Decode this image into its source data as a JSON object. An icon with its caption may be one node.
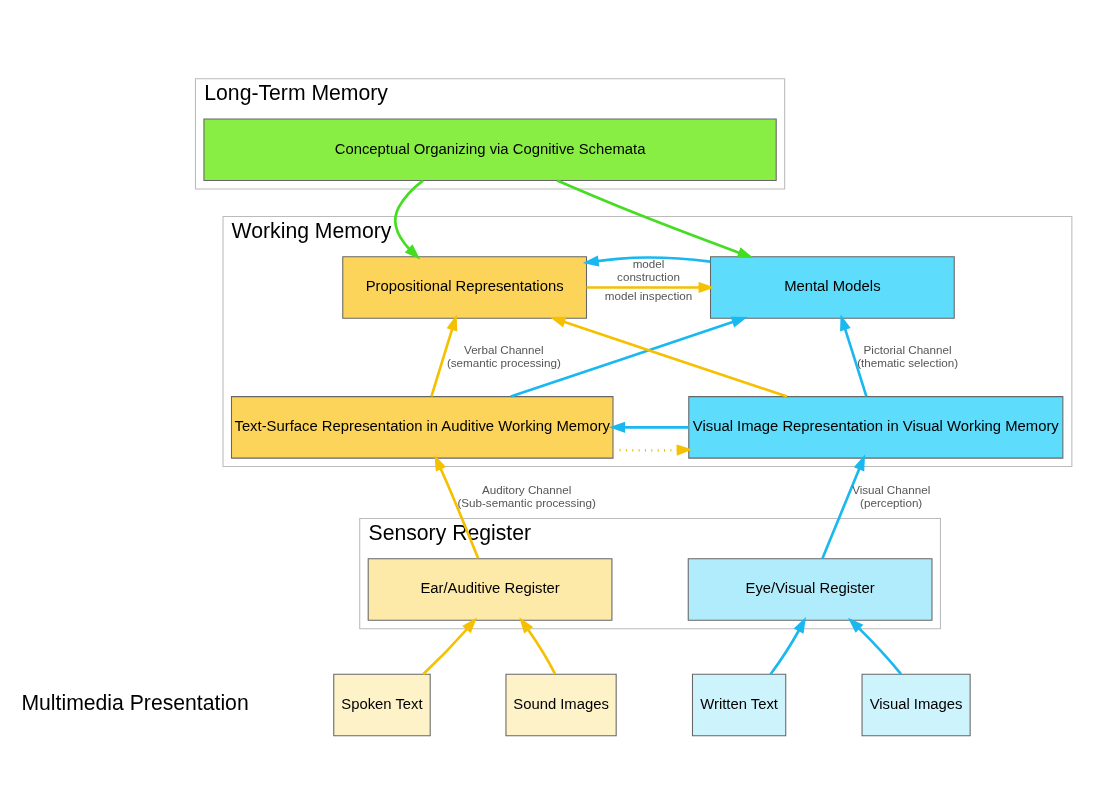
{
  "diagram": {
    "nodes": [
      {
        "text": [
          "Long-Term Memory"
        ]
      },
      {
        "text": [
          "Conceptual Organizing via Cognitive Schemata"
        ],
        "in": 0
      },
      {
        "text": [
          "Working Memory"
        ]
      },
      {
        "text": [
          "Propositional Representations"
        ],
        "in": 2
      },
      {
        "text": [
          "Mental Models"
        ],
        "in": 2
      },
      {
        "text": [
          "Text-Surface Representation in Auditive Working Memory"
        ],
        "in": 2
      },
      {
        "text": [
          "Visual Image Representation in Visual Working Memory"
        ],
        "in": 2
      },
      {
        "text": [
          "Sensory Register"
        ]
      },
      {
        "text": [
          "Ear/Auditive Register"
        ],
        "in": 7
      },
      {
        "text": [
          "Eye/Visual Register"
        ],
        "in": 7
      },
      {
        "text": [
          "Spoken Text"
        ]
      },
      {
        "text": [
          "Sound Images"
        ]
      },
      {
        "text": [
          "Written Text"
        ]
      },
      {
        "text": [
          "Visual Images"
        ]
      }
    ],
    "edges": [
      {
        "from": 1,
        "to": 3,
        "arrow": "to",
        "color": "#44dd22"
      },
      {
        "from": 1,
        "to": 4,
        "arrow": "to",
        "color": "#44dd22"
      },
      {
        "from": 4,
        "to": 3,
        "arrow": "to",
        "label": "model construction",
        "color": "#1ab8f0"
      },
      {
        "from": 3,
        "to": 4,
        "arrow": "to",
        "label": "model inspection",
        "color": "#f5c000"
      },
      {
        "from": 5,
        "to": 3,
        "arrow": "to",
        "label": "Verbal Channel (semantic processing)",
        "color": "#f5c000"
      },
      {
        "from": 5,
        "to": 4,
        "arrow": "to",
        "color": "#1ab8f0"
      },
      {
        "from": 6,
        "to": 3,
        "arrow": "to",
        "color": "#f5c000"
      },
      {
        "from": 6,
        "to": 4,
        "arrow": "to",
        "label": "Pictorial Channel (thematic selection)",
        "color": "#1ab8f0"
      },
      {
        "from": 6,
        "to": 5,
        "arrow": "to",
        "color": "#1ab8f0"
      },
      {
        "from": 5,
        "to": 6,
        "arrow": "to",
        "style": "dashed",
        "color": "#f5c000"
      },
      {
        "from": 8,
        "to": 5,
        "arrow": "to",
        "label": "Auditory Channel (Sub-semantic processing)",
        "color": "#f5c000"
      },
      {
        "from": 9,
        "to": 6,
        "arrow": "to",
        "label": "Visual Channel (perception)",
        "color": "#1ab8f0"
      },
      {
        "from": 10,
        "to": 8,
        "arrow": "to",
        "color": "#f5c000"
      },
      {
        "from": 11,
        "to": 8,
        "arrow": "to",
        "color": "#f5c000"
      },
      {
        "from": 12,
        "to": 9,
        "arrow": "to",
        "color": "#1ab8f0"
      },
      {
        "from": 13,
        "to": 9,
        "arrow": "to",
        "color": "#1ab8f0"
      }
    ],
    "labels": [
      "Multimedia Presentation"
    ]
  }
}
